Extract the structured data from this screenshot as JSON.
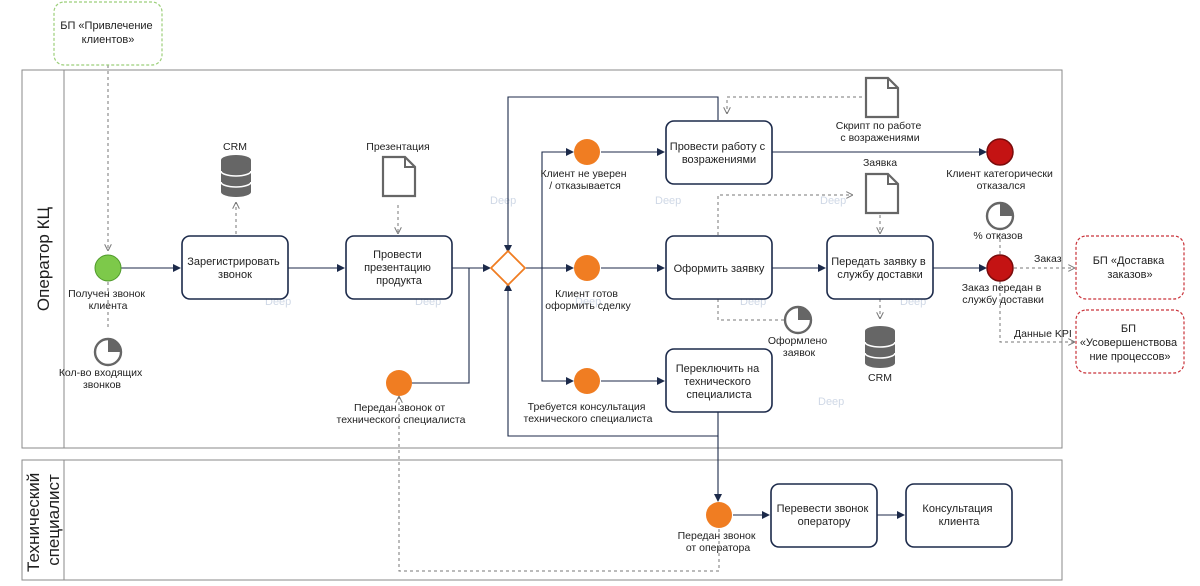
{
  "colors": {
    "start": "#7dc94a",
    "intermediate": "#f07d22",
    "end": "#c41313",
    "gateway": "#f07d22",
    "flow": "#1c2a4a",
    "ext_green": "#9ccf7a",
    "ext_red": "#c9333a"
  },
  "lanes": {
    "operator": "Оператор КЦ",
    "specialist_line1": "Технический",
    "specialist_line2": "специалист"
  },
  "external": {
    "attraction": [
      "БП «Привлечение",
      "клиентов»"
    ],
    "delivery": [
      "БП «Доставка",
      "заказов»"
    ],
    "improvement": [
      "БП",
      "«Усовершенствова",
      "ние процессов»"
    ]
  },
  "tasks": {
    "register": [
      "Зарегистрировать",
      "звонок"
    ],
    "present": [
      "Провести",
      "презентацию",
      "продукта"
    ],
    "objections": [
      "Провести работу с",
      "возражениями"
    ],
    "order": [
      "Оформить заявку"
    ],
    "transfer_delivery": [
      "Передать заявку в",
      "службу доставки"
    ],
    "switch_tech": [
      "Переключить на",
      "технического",
      "специалиста"
    ],
    "transfer_call": [
      "Перевести звонок",
      "оператору"
    ],
    "consult": [
      "Консультация",
      "клиента"
    ]
  },
  "events": {
    "call_received": [
      "Получен звонок",
      "клиента"
    ],
    "client_unsure": [
      "Клиент не уверен",
      "/ отказывается"
    ],
    "client_ready": [
      "Клиент готов",
      "оформить сделку"
    ],
    "consult_needed": [
      "Требуется консультация",
      "технического специалиста"
    ],
    "call_from_tech": [
      "Передан звонок от",
      "технического специалиста"
    ],
    "client_refused": [
      "Клиент категорически",
      "отказался"
    ],
    "order_transferred": [
      "Заказ передан в",
      "службу доставки"
    ],
    "call_from_operator": [
      "Передан звонок",
      "от оператора"
    ]
  },
  "artifacts": {
    "crm_top": "CRM",
    "crm_bottom": "CRM",
    "presentation": "Презентация",
    "script": [
      "Скрипт по работе",
      "с возражениями"
    ],
    "request": "Заявка",
    "kpi_calls": [
      "Кол-во входящих",
      "звонков"
    ],
    "kpi_orders": [
      "Оформлено",
      "заявок"
    ],
    "kpi_refusals": "% отказов"
  },
  "flow_labels": {
    "order": "Заказ",
    "kpi": "Данные KPI"
  },
  "watermark": "Deep"
}
